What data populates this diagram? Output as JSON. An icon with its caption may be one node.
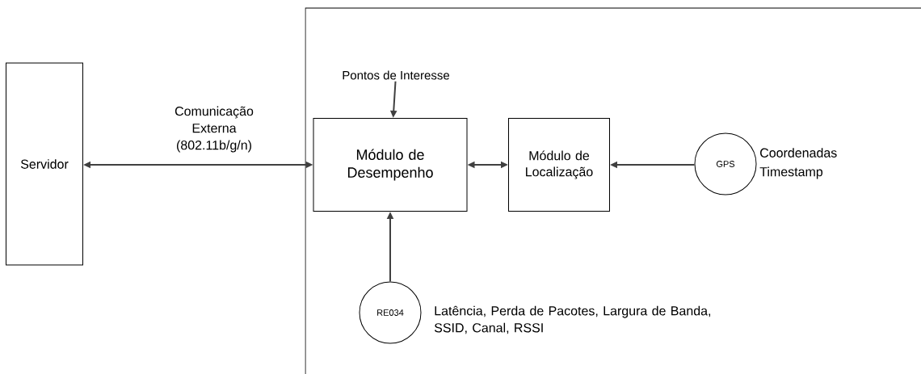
{
  "diagram": {
    "nodes": [
      {
        "text": [
          "Servidor"
        ]
      },
      {
        "text": [
          "Pontos de Interesse"
        ]
      },
      {
        "text": [
          "Módulo de Desempenho"
        ]
      },
      {
        "text": [
          "Módulo de Localização"
        ]
      },
      {
        "text": [
          "GPS"
        ],
        "beside": [
          "Coordenadas",
          "Timestamp"
        ]
      },
      {
        "text": [
          "RE034"
        ],
        "beside": [
          "Latência, Perda de Pacotes, Largura de Banda, SSID, Canal, RSSI"
        ]
      }
    ],
    "edges": [
      {
        "from": 0,
        "to": 2,
        "arrow": "both",
        "label": "Comunicação Externa (802.11b/g/n)"
      },
      {
        "from": 1,
        "to": 2,
        "arrow": "to"
      },
      {
        "from": 2,
        "to": 3,
        "arrow": "both"
      },
      {
        "from": 4,
        "to": 3,
        "arrow": "to"
      },
      {
        "from": 5,
        "to": 2,
        "arrow": "to"
      }
    ]
  }
}
